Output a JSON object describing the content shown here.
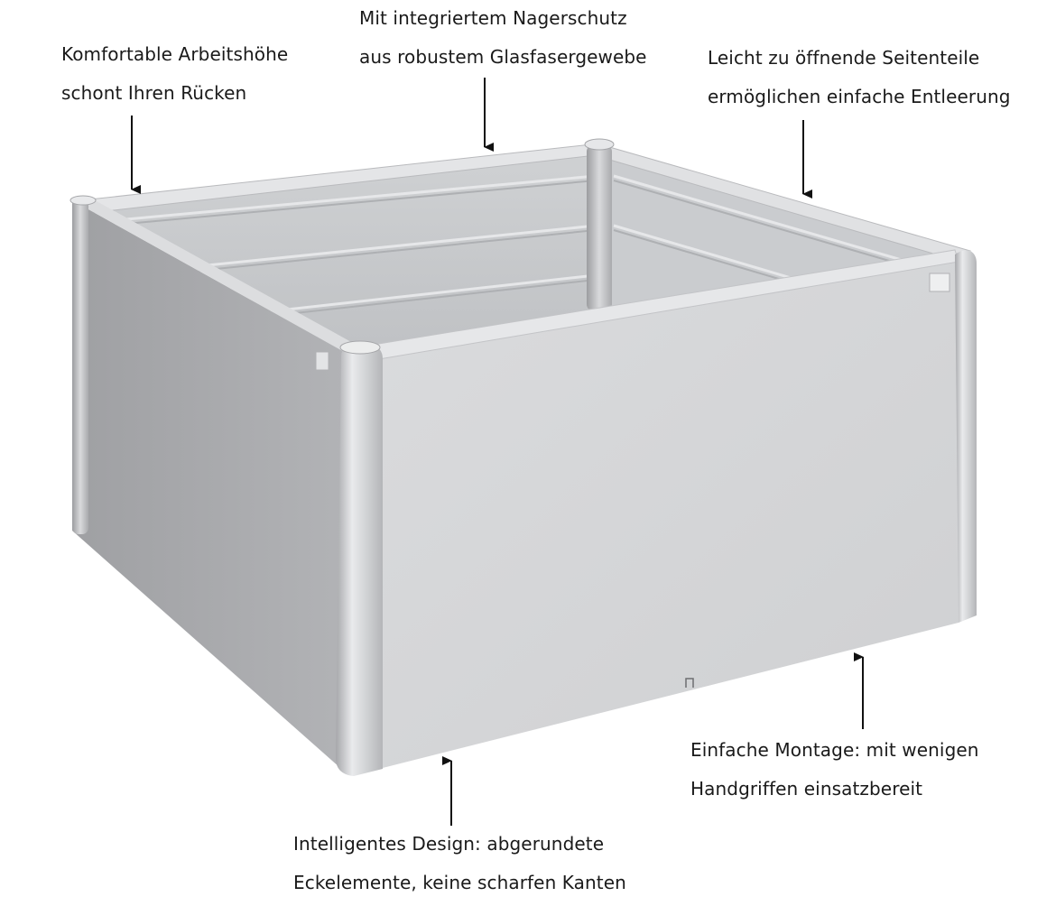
{
  "callouts": {
    "working_height": {
      "line1": "Komfortable Arbeitshöhe",
      "line2": "schont Ihren Rücken"
    },
    "rodent_protection": {
      "line1": "Mit integriertem Nagerschutz",
      "line2": "aus robustem Glasfasergewebe"
    },
    "side_panels": {
      "line1": "Leicht zu öffnende Seitenteile",
      "line2": "ermöglichen einfache Entleerung"
    },
    "assembly": {
      "line1": "Einfache Montage: mit wenigen",
      "line2": "Handgriffen einsatzbereit"
    },
    "design": {
      "line1": "Intelligentes Design: abgerundete",
      "line2": "Eckelemente, keine scharfen Kanten"
    }
  },
  "colors": {
    "front_panel": "#d3d4d6",
    "left_panel": "#a9aaad",
    "interior": "#c4c6c9",
    "rim": "#e2e3e5",
    "arrow": "#111111"
  }
}
